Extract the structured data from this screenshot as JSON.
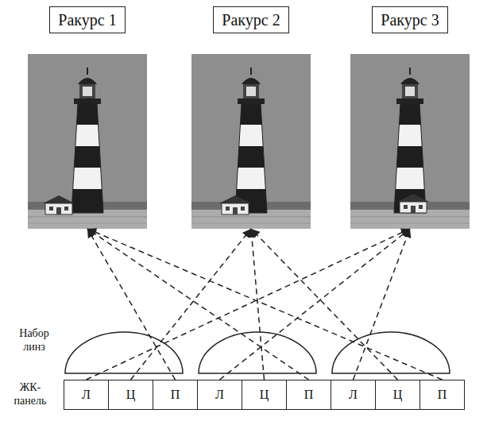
{
  "diagram": {
    "nodes": [
      {
        "text": [
          "Ракурс 1"
        ]
      },
      {
        "text": [
          "Ракурс 2"
        ]
      },
      {
        "text": [
          "Ракурс 3"
        ]
      },
      {
        "text": [
          "Л"
        ]
      },
      {
        "text": [
          "Ц"
        ]
      },
      {
        "text": [
          "П"
        ]
      },
      {
        "text": [
          "Л"
        ]
      },
      {
        "text": [
          "Ц"
        ]
      },
      {
        "text": [
          "П"
        ]
      },
      {
        "text": [
          "Л"
        ]
      },
      {
        "text": [
          "Ц"
        ]
      },
      {
        "text": [
          "П"
        ]
      }
    ],
    "edges": [
      {
        "from": 5,
        "to": 0,
        "arrow": "to"
      },
      {
        "from": 8,
        "to": 0,
        "arrow": "to"
      },
      {
        "from": 11,
        "to": 0,
        "arrow": "to"
      },
      {
        "from": 4,
        "to": 1,
        "arrow": "to"
      },
      {
        "from": 7,
        "to": 1,
        "arrow": "to"
      },
      {
        "from": 10,
        "to": 1,
        "arrow": "to"
      },
      {
        "from": 3,
        "to": 2,
        "arrow": "to"
      },
      {
        "from": 6,
        "to": 2,
        "arrow": "to"
      },
      {
        "from": 9,
        "to": 2,
        "arrow": "to"
      }
    ],
    "labels": [
      "Набор линз",
      "ЖК- панель"
    ]
  }
}
